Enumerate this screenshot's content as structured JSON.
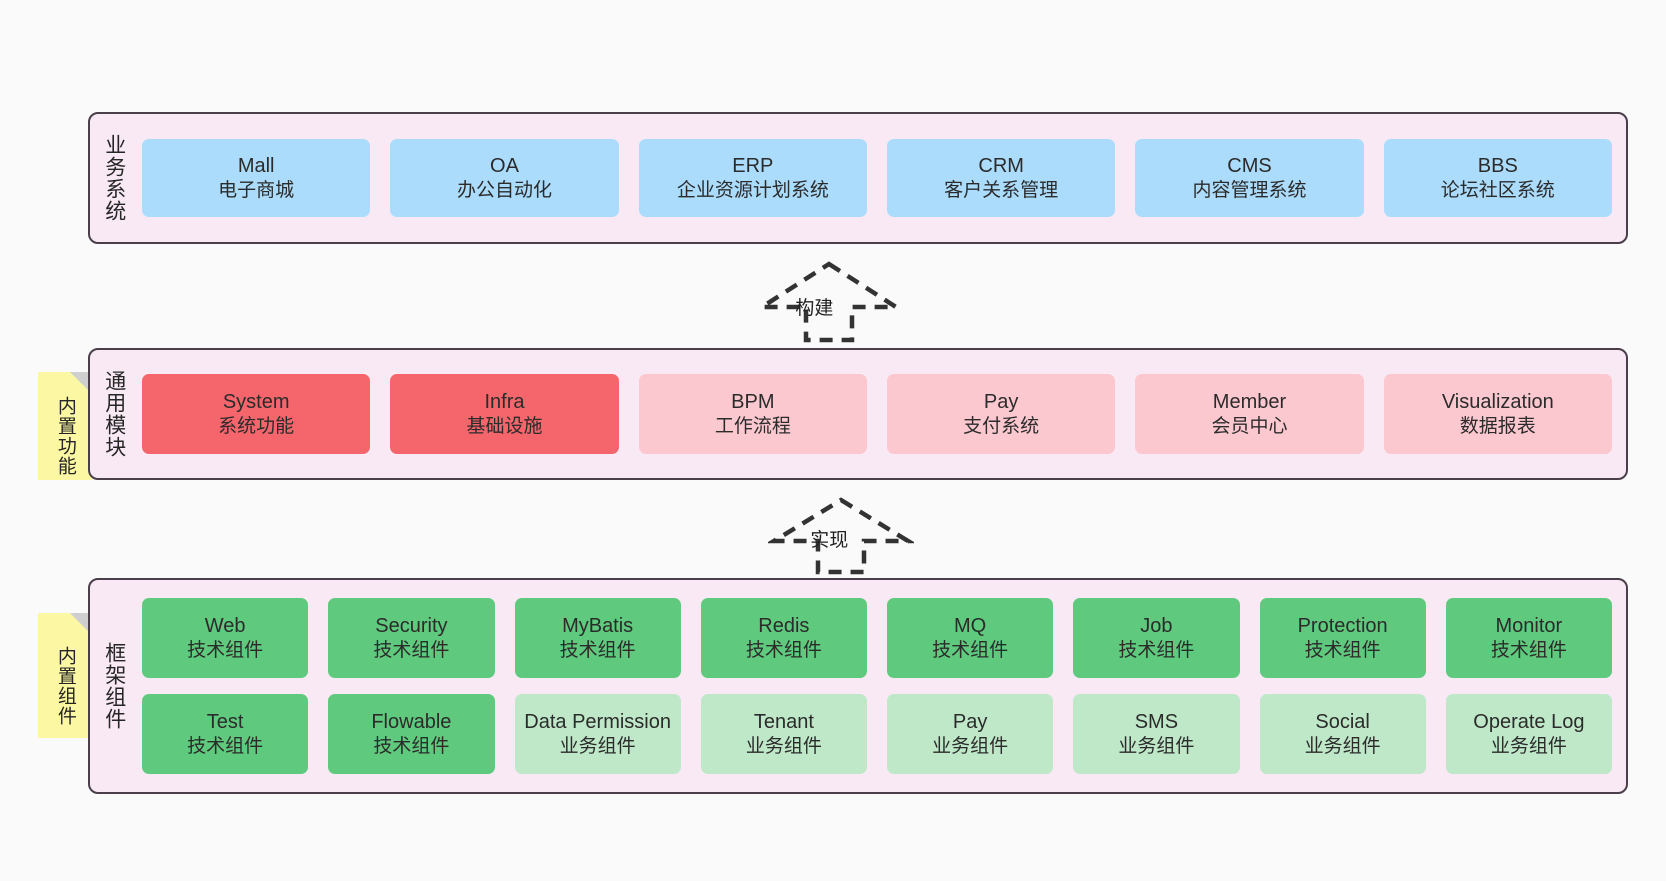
{
  "layers": [
    {
      "id": "business",
      "label": "业务系统",
      "rows": [
        {
          "cells": [
            {
              "title": "Mall",
              "subtitle": "电子商城",
              "color": "c-blue"
            },
            {
              "title": "OA",
              "subtitle": "办公自动化",
              "color": "c-blue"
            },
            {
              "title": "ERP",
              "subtitle": "企业资源计划系统",
              "color": "c-blue"
            },
            {
              "title": "CRM",
              "subtitle": "客户关系管理",
              "color": "c-blue"
            },
            {
              "title": "CMS",
              "subtitle": "内容管理系统",
              "color": "c-blue"
            },
            {
              "title": "BBS",
              "subtitle": "论坛社区系统",
              "color": "c-blue"
            }
          ]
        }
      ]
    },
    {
      "id": "modules",
      "label": "通用模块",
      "sticky": "内置功能",
      "rows": [
        {
          "cells": [
            {
              "title": "System",
              "subtitle": "系统功能",
              "color": "c-red"
            },
            {
              "title": "Infra",
              "subtitle": "基础设施",
              "color": "c-red"
            },
            {
              "title": "BPM",
              "subtitle": "工作流程",
              "color": "c-pink"
            },
            {
              "title": "Pay",
              "subtitle": "支付系统",
              "color": "c-pink"
            },
            {
              "title": "Member",
              "subtitle": "会员中心",
              "color": "c-pink"
            },
            {
              "title": "Visualization",
              "subtitle": "数据报表",
              "color": "c-pink"
            }
          ]
        }
      ]
    },
    {
      "id": "frame",
      "label": "框架组件",
      "sticky": "内置组件",
      "rows": [
        {
          "cells": [
            {
              "title": "Web",
              "subtitle": "技术组件",
              "color": "c-green"
            },
            {
              "title": "Security",
              "subtitle": "技术组件",
              "color": "c-green"
            },
            {
              "title": "MyBatis",
              "subtitle": "技术组件",
              "color": "c-green"
            },
            {
              "title": "Redis",
              "subtitle": "技术组件",
              "color": "c-green"
            },
            {
              "title": "MQ",
              "subtitle": "技术组件",
              "color": "c-green"
            },
            {
              "title": "Job",
              "subtitle": "技术组件",
              "color": "c-green"
            },
            {
              "title": "Protection",
              "subtitle": "技术组件",
              "color": "c-green"
            },
            {
              "title": "Monitor",
              "subtitle": "技术组件",
              "color": "c-green"
            }
          ]
        },
        {
          "cells": [
            {
              "title": "Test",
              "subtitle": "技术组件",
              "color": "c-green"
            },
            {
              "title": "Flowable",
              "subtitle": "技术组件",
              "color": "c-green"
            },
            {
              "title": "Data Permission",
              "subtitle": "业务组件",
              "color": "c-lightgreen"
            },
            {
              "title": "Tenant",
              "subtitle": "业务组件",
              "color": "c-lightgreen"
            },
            {
              "title": "Pay",
              "subtitle": "业务组件",
              "color": "c-lightgreen"
            },
            {
              "title": "SMS",
              "subtitle": "业务组件",
              "color": "c-lightgreen"
            },
            {
              "title": "Social",
              "subtitle": "业务组件",
              "color": "c-lightgreen"
            },
            {
              "title": "Operate Log",
              "subtitle": "业务组件",
              "color": "c-lightgreen"
            }
          ]
        }
      ]
    }
  ],
  "arrows": [
    {
      "id": "build",
      "label": "构建"
    },
    {
      "id": "impl",
      "label": "实现"
    }
  ],
  "colors": {
    "background": "#fafafa",
    "band_fill": "#f8e9f4",
    "band_border": "#4a3f4a",
    "blue": "#abdcfb",
    "red": "#f4666c",
    "pink": "#fbc8d0",
    "green": "#5fca7d",
    "light_green": "#bfe8c8",
    "sticky_yellow": "#fbf7a3",
    "arrow_stroke": "#333333"
  }
}
